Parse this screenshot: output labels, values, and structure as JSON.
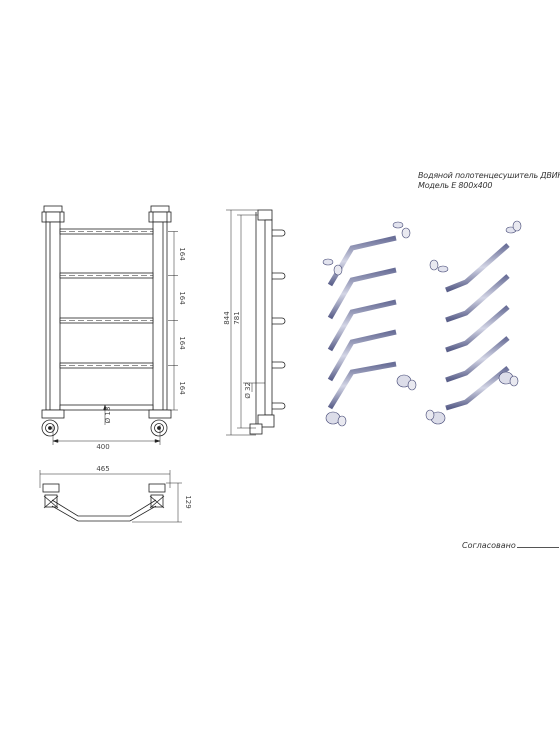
{
  "title": {
    "line1": "Водяной полотенцесушитель ДВИН",
    "line2": "Модель E 800x400"
  },
  "approval": {
    "label": "Согласовано"
  },
  "front_view": {
    "rail_spacing_1": "164",
    "rail_spacing_2": "164",
    "rail_spacing_3": "164",
    "rail_spacing_4": "164",
    "pipe_diameter": "Ø 18",
    "width": "400"
  },
  "side_view": {
    "overall_height": "844",
    "inner_height": "781",
    "tube_diameter": "Ø 32"
  },
  "top_view": {
    "overall_width": "465",
    "depth": "129"
  }
}
